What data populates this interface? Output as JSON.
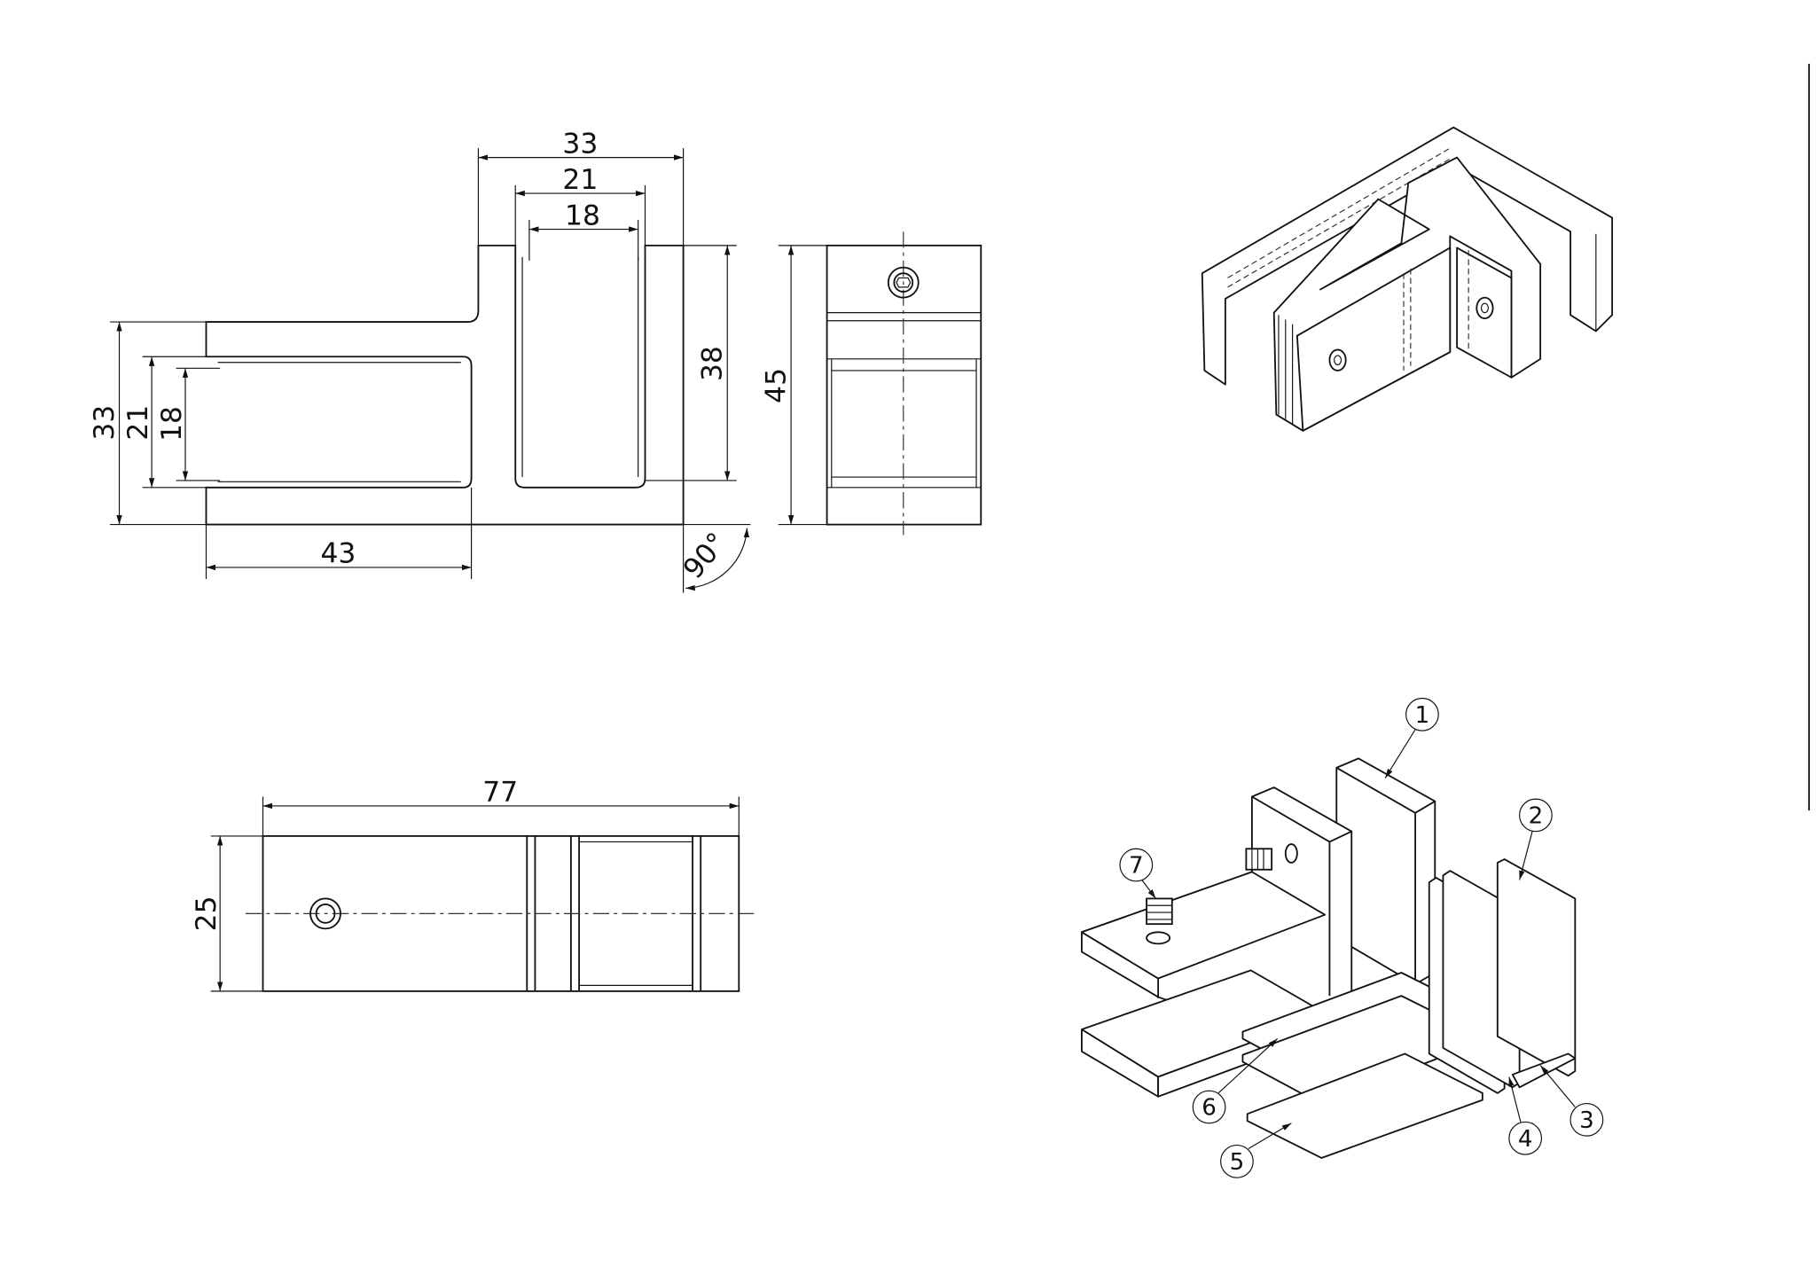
{
  "front_view": {
    "dims": {
      "top_outer": "33",
      "top_mid": "21",
      "top_inner": "18",
      "right_height": "38",
      "left_outer": "33",
      "left_mid": "21",
      "left_inner": "18",
      "bottom_width": "43",
      "angle": "90°"
    }
  },
  "side_view": {
    "dims": {
      "height": "45"
    }
  },
  "bottom_view": {
    "dims": {
      "length": "77",
      "width": "25"
    }
  },
  "exploded_view": {
    "balloons": [
      "1",
      "2",
      "3",
      "4",
      "5",
      "6",
      "7"
    ]
  },
  "colors": {
    "line": "#111111",
    "background": "#ffffff"
  }
}
